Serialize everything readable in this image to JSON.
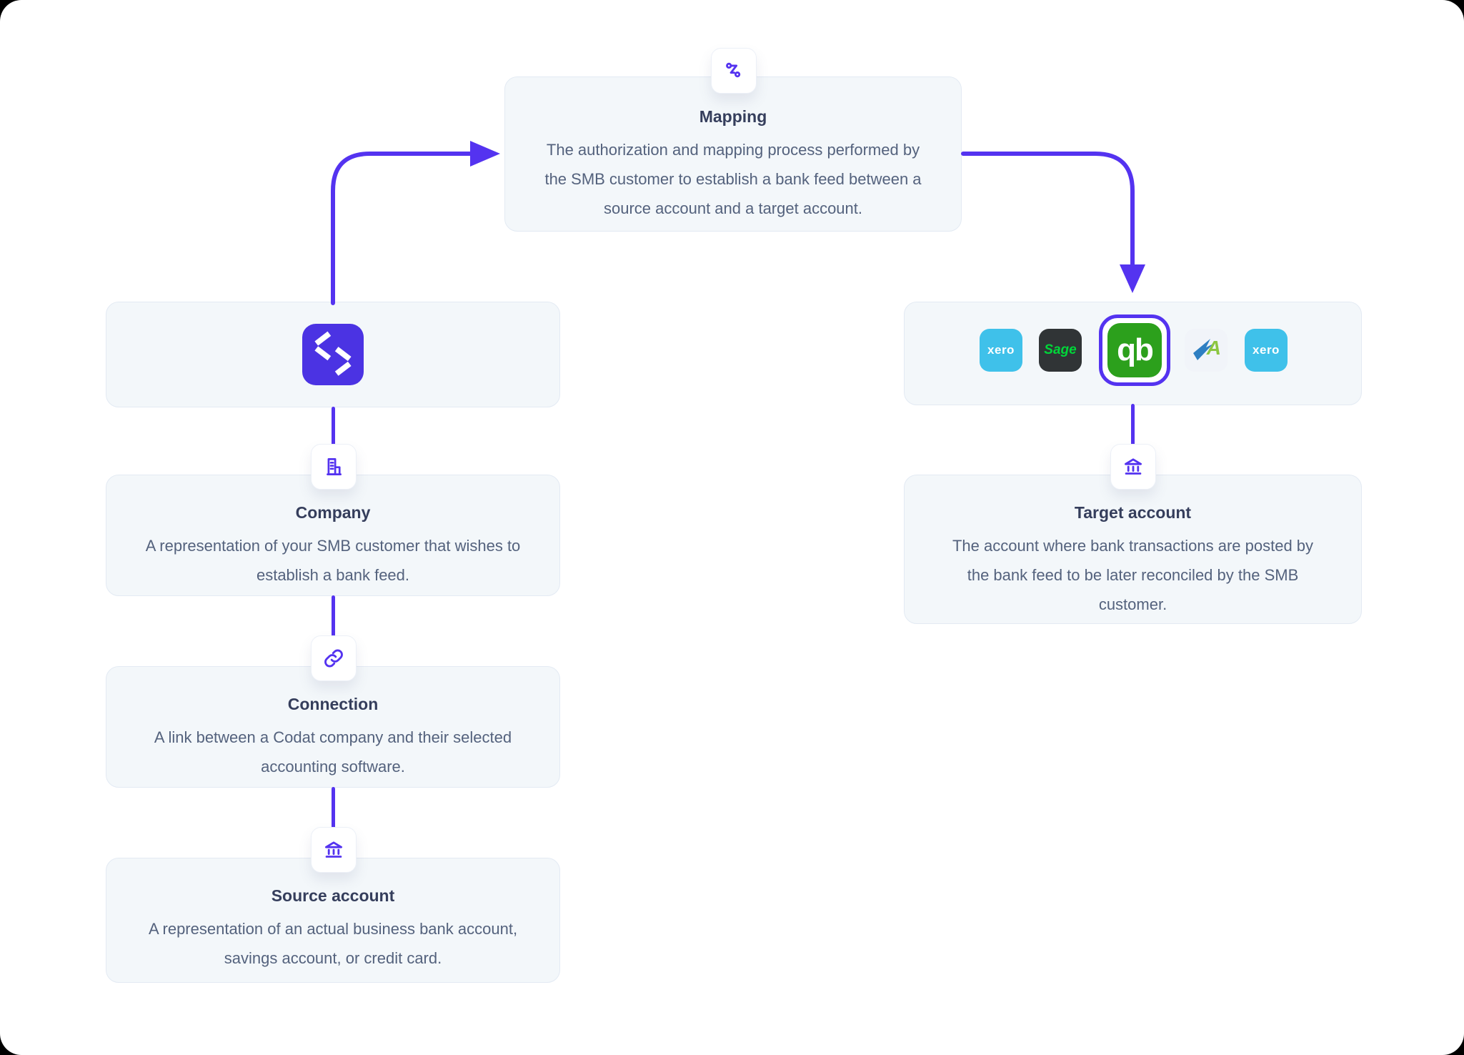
{
  "colors": {
    "accent_purple": "#5433F0",
    "panel_bg": "#F3F7FA",
    "panel_border": "#E3EAF3",
    "title_text": "#353E5C",
    "body_text": "#54627D",
    "codat_purple": "#4B33E3",
    "xero_blue": "#3FC1EA",
    "sage_bg": "#303436",
    "sage_green": "#00D639",
    "quickbooks_green": "#2CA01C",
    "freeagent_blue": "#2E7FC2",
    "freeagent_green": "#8CC641"
  },
  "nodes": {
    "mapping": {
      "title": "Mapping",
      "body": "The authorization and mapping process performed by the SMB customer to establish a bank feed between a source account and a target account.",
      "icon": "route-icon"
    },
    "company_logo": {
      "name": "Codat",
      "icon": "codat-logo"
    },
    "company": {
      "title": "Company",
      "body": "A representation of your SMB customer that wishes to establish a bank feed.",
      "icon": "building-icon"
    },
    "connection": {
      "title": "Connection",
      "body": "A link between a Codat company and their selected accounting software.",
      "icon": "link-icon"
    },
    "source_account": {
      "title": "Source account",
      "body": "A representation of an actual business bank account, savings account, or credit card.",
      "icon": "bank-icon"
    },
    "target_account": {
      "title": "Target account",
      "body": "The account where bank transactions are posted by the bank feed to be later reconciled by the SMB customer.",
      "icon": "bank-icon"
    }
  },
  "integrations": {
    "items": [
      {
        "name": "Xero",
        "label": "xero",
        "selected": false
      },
      {
        "name": "Sage",
        "label": "Sage",
        "selected": false
      },
      {
        "name": "QuickBooks",
        "label": "qb",
        "selected": true
      },
      {
        "name": "FreeAgent",
        "label": "A",
        "selected": false
      },
      {
        "name": "Xero",
        "label": "xero",
        "selected": false
      }
    ]
  },
  "edges": [
    {
      "from": "company-logo",
      "to": "mapping"
    },
    {
      "from": "mapping",
      "to": "target-integrations"
    },
    {
      "from": "company-logo",
      "to": "company"
    },
    {
      "from": "company",
      "to": "connection"
    },
    {
      "from": "connection",
      "to": "source-account"
    },
    {
      "from": "target-integrations",
      "to": "target-account"
    }
  ]
}
